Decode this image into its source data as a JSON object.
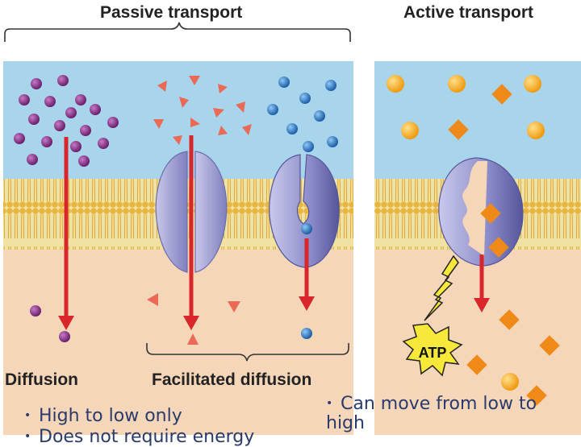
{
  "headers": {
    "passive": "Passive transport",
    "active": "Active transport"
  },
  "labels": {
    "diffusion": "Diffusion",
    "facilitated": "Facilitated diffusion",
    "atp": "ATP"
  },
  "bullets": {
    "passive": [
      "High to low only",
      "Does not require energy"
    ],
    "active": [
      "Can move from low to high"
    ]
  },
  "colors": {
    "extracellular": "#a8d4ec",
    "cytoplasm": "#f6d6b8",
    "membrane": "#e9c66a",
    "arrow": "#d8262a",
    "protein": "#9a9ad0",
    "molecule_purple": "#7a2a7a",
    "molecule_triangle": "#ea6a55",
    "molecule_blue": "#2a78c8",
    "molecule_orange": "#f0a020",
    "atp_star": "#f7e83a"
  }
}
